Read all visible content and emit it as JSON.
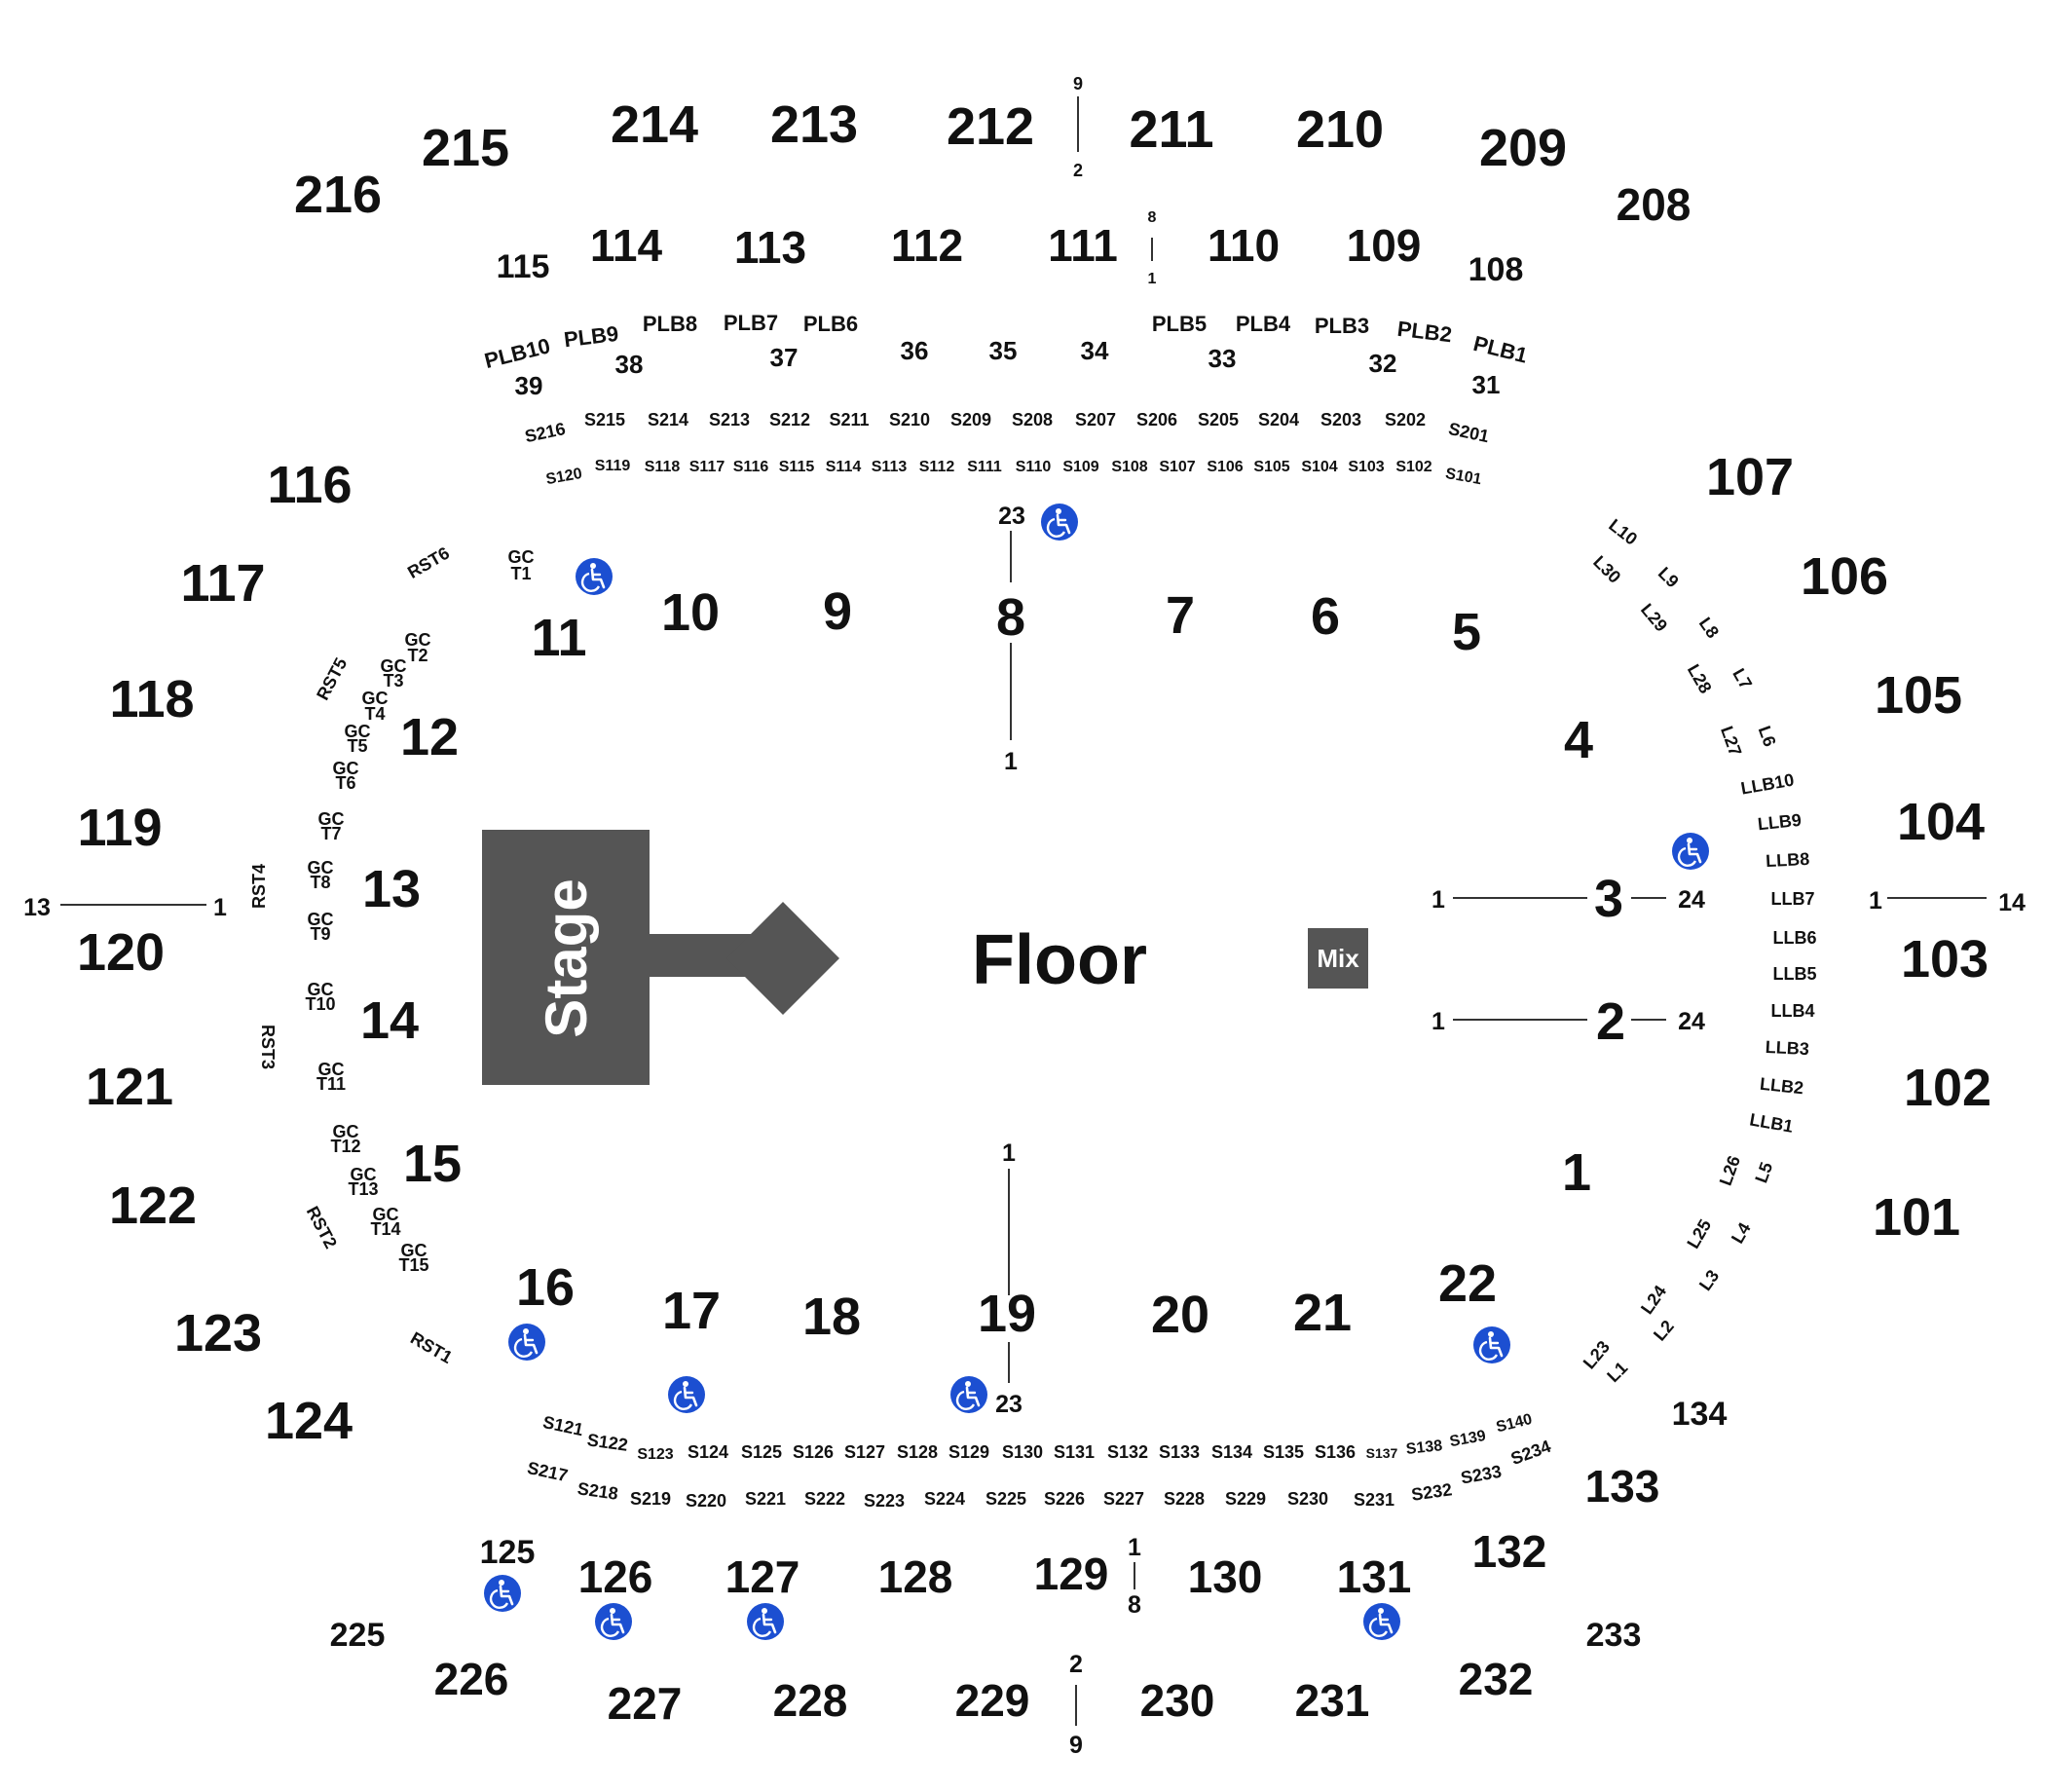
{
  "floor_label": "Floor",
  "stage_label": "Stage",
  "mix_label": "Mix",
  "colors": {
    "stage": "#555555",
    "mix": "#555555",
    "ada_icon": "#1c4fd1",
    "text": "#111111"
  },
  "sections_200": [
    "216",
    "215",
    "214",
    "213",
    "212",
    "211",
    "210",
    "209",
    "208",
    "225",
    "226",
    "227",
    "228",
    "229",
    "230",
    "231",
    "232",
    "233"
  ],
  "sections_100": [
    "115",
    "114",
    "113",
    "112",
    "111",
    "110",
    "109",
    "108",
    "107",
    "106",
    "105",
    "104",
    "103",
    "102",
    "101",
    "116",
    "117",
    "118",
    "119",
    "120",
    "121",
    "122",
    "123",
    "124",
    "125",
    "126",
    "127",
    "128",
    "129",
    "130",
    "131",
    "132",
    "133",
    "134"
  ],
  "floor_sections": [
    "1",
    "2",
    "3",
    "4",
    "5",
    "6",
    "7",
    "8",
    "9",
    "10",
    "11",
    "12",
    "13",
    "14",
    "15",
    "16",
    "17",
    "18",
    "19",
    "20",
    "21",
    "22"
  ],
  "plb_boxes": [
    "PLB10",
    "PLB9",
    "PLB8",
    "PLB7",
    "PLB6",
    "PLB5",
    "PLB4",
    "PLB3",
    "PLB2",
    "PLB1"
  ],
  "plb_numbers": [
    "39",
    "38",
    "37",
    "36",
    "35",
    "34",
    "33",
    "32",
    "31"
  ],
  "suites_top_200": [
    "S216",
    "S215",
    "S214",
    "S213",
    "S212",
    "S211",
    "S210",
    "S209",
    "S208",
    "S207",
    "S206",
    "S205",
    "S204",
    "S203",
    "S202",
    "S201"
  ],
  "suites_top_100": [
    "S120",
    "S119",
    "S118",
    "S117",
    "S116",
    "S115",
    "S114",
    "S113",
    "S112",
    "S111",
    "S110",
    "S109",
    "S108",
    "S107",
    "S106",
    "S105",
    "S104",
    "S103",
    "S102",
    "S101"
  ],
  "suites_bottom_100": [
    "S121",
    "S122",
    "S123",
    "S124",
    "S125",
    "S126",
    "S127",
    "S128",
    "S129",
    "S130",
    "S131",
    "S132",
    "S133",
    "S134",
    "S135",
    "S136",
    "S137",
    "S138",
    "S139",
    "S140"
  ],
  "suites_bottom_200": [
    "S217",
    "S218",
    "S219",
    "S220",
    "S221",
    "S222",
    "S223",
    "S224",
    "S225",
    "S226",
    "S227",
    "S228",
    "S229",
    "S230",
    "S231",
    "S232",
    "S233",
    "S234"
  ],
  "gc_tables": [
    "T1",
    "T2",
    "T3",
    "T4",
    "T5",
    "T6",
    "T7",
    "T8",
    "T9",
    "T10",
    "T11",
    "T12",
    "T13",
    "T14",
    "T15"
  ],
  "gc_prefix": "GC",
  "rst_labels": [
    "RST6",
    "RST5",
    "RST4",
    "RST3",
    "RST2",
    "RST1"
  ],
  "l_boxes": [
    "L10",
    "L30",
    "L9",
    "L29",
    "L8",
    "L28",
    "L7",
    "L27",
    "L6",
    "L26",
    "L5",
    "L25",
    "L4",
    "L24",
    "L3",
    "L23",
    "L2",
    "L1"
  ],
  "llb_boxes": [
    "LLB10",
    "LLB9",
    "LLB8",
    "LLB7",
    "LLB6",
    "LLB5",
    "LLB4",
    "LLB3",
    "LLB2",
    "LLB1"
  ],
  "row_numbers": [
    "9",
    "2",
    "8",
    "1",
    "23",
    "1",
    "1",
    "23",
    "13",
    "1",
    "1",
    "24",
    "1",
    "24",
    "1",
    "14",
    "1",
    "8",
    "2",
    "9"
  ]
}
